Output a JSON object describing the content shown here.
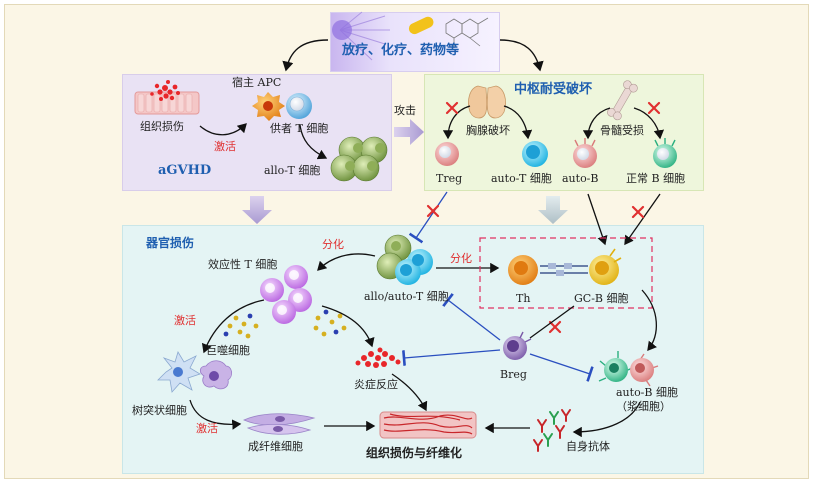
{
  "top": {
    "treatment_label": "放疗、化疗、药物等"
  },
  "agvhd_panel": {
    "title": "aGVHD",
    "tissue_damage": "组织损伤",
    "host_apc": "宿主 APC",
    "donor_t": "供者 T 细胞",
    "activate": "激活",
    "allo_t": "allo-T 细胞"
  },
  "attack_label": "攻击",
  "tolerance_panel": {
    "title": "中枢耐受破坏",
    "thymus": "胸腺破坏",
    "bone_marrow": "骨髓受损",
    "treg": "Treg",
    "auto_t": "auto-T 细胞",
    "auto_b": "auto-B",
    "normal_b": "正常 B 细胞"
  },
  "organ_panel": {
    "title": "器官损伤",
    "effector_t": "效应性 T 细胞",
    "differentiate_left": "分化",
    "differentiate_right": "分化",
    "allo_auto_t": "allo/auto-T 细胞",
    "th": "Th",
    "gc_b": "GC-B 细胞",
    "activate_1": "激活",
    "macrophage": "巨噬细胞",
    "inflammation": "炎症反应",
    "breg": "Breg",
    "auto_b_plasma": "auto-B 细胞",
    "plasma_note": "（浆细胞）",
    "dendritic": "树突状细胞",
    "activate_2": "激活",
    "fibroblast": "成纤维细胞",
    "fibrosis": "组织损伤与纤维化",
    "autoantibody": "自身抗体"
  },
  "colors": {
    "agvhd_bg": "#e9e2f4",
    "tolerance_bg": "#eef6dc",
    "organ_bg": "#e4f4f4",
    "title_blue": "#1f5fb0",
    "activate_red": "#e03030",
    "inhibit_blue": "#2a4fc0",
    "block_red": "#e03030"
  }
}
